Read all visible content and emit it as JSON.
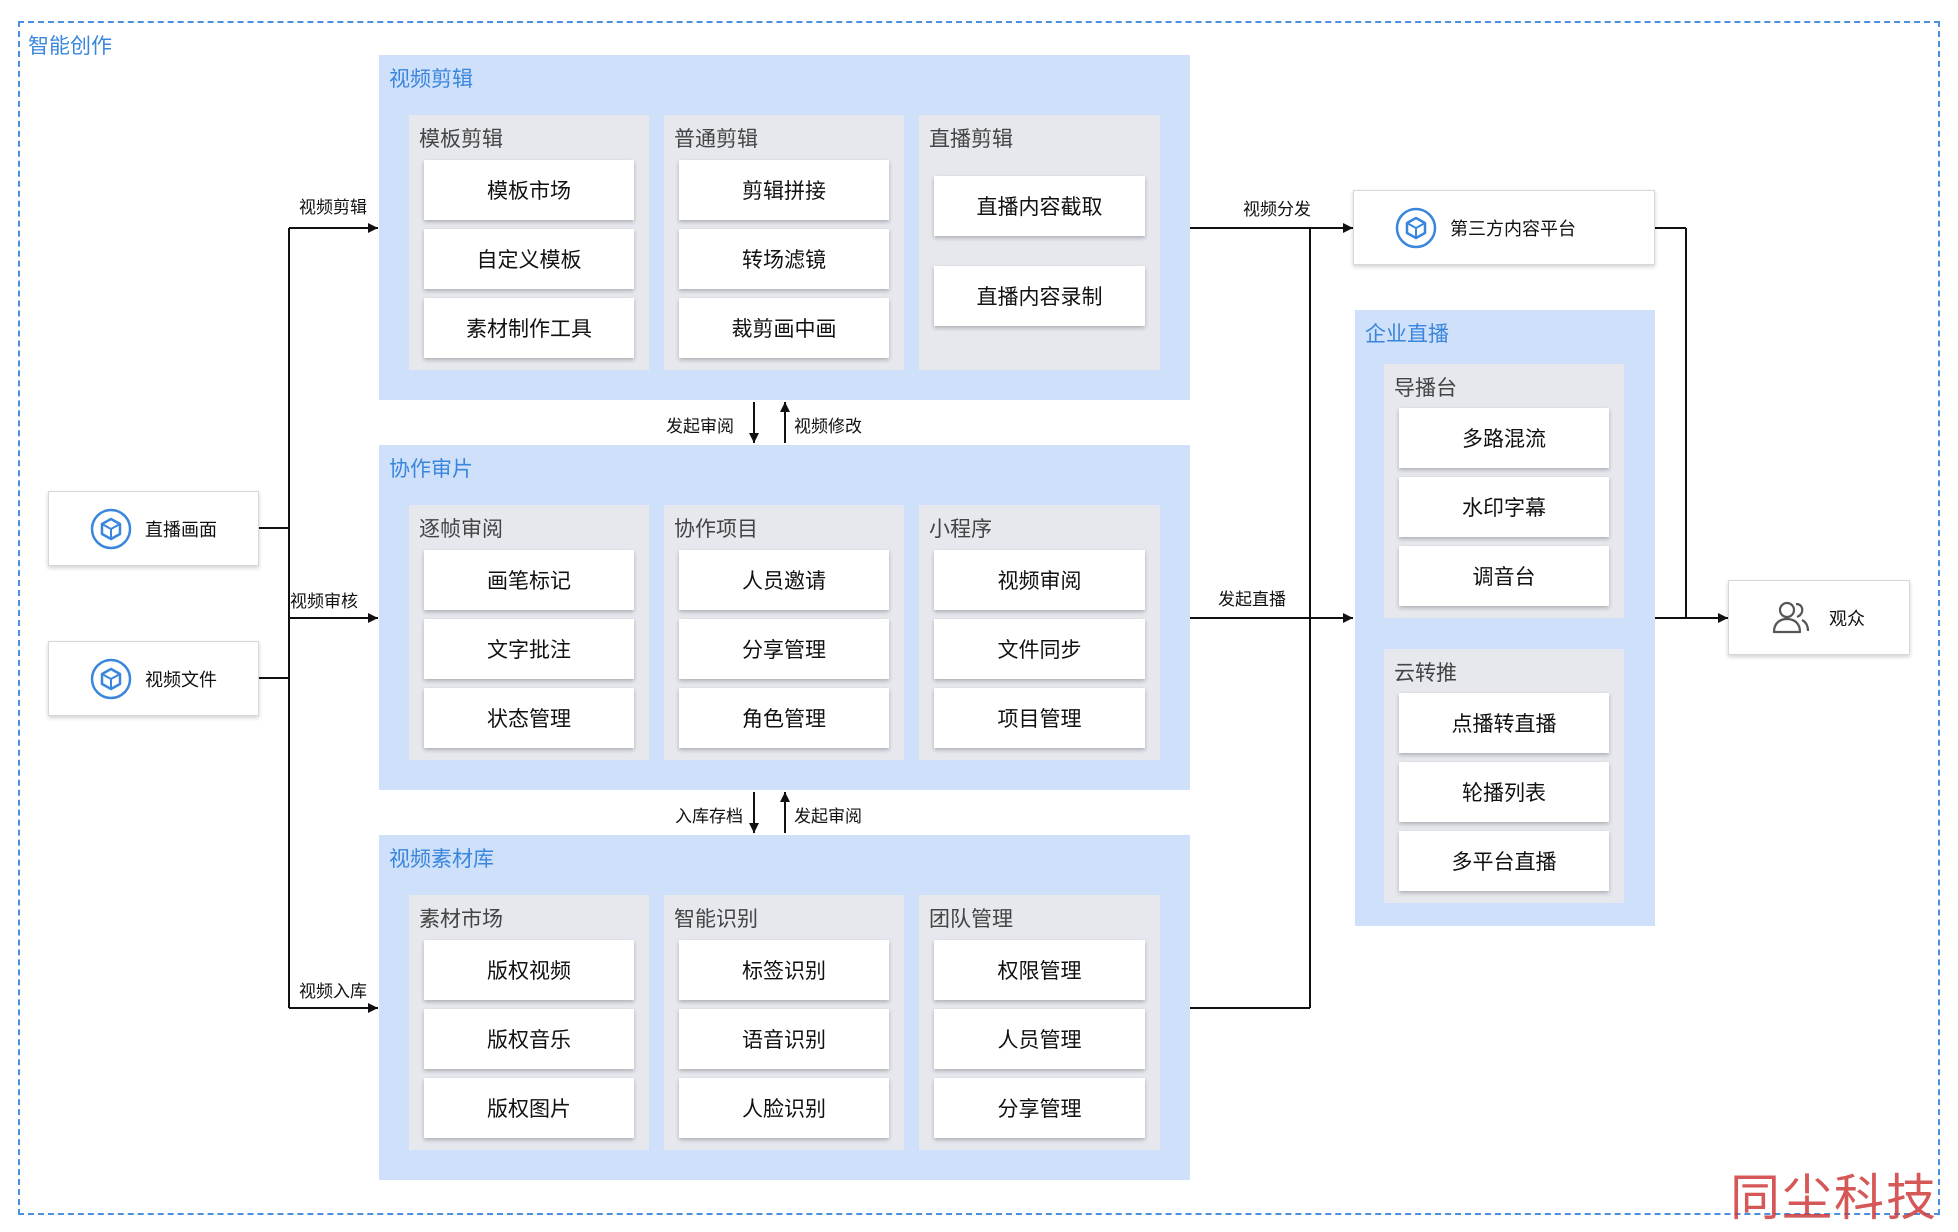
{
  "outer_title": "智能创作",
  "sources": [
    "直播画面",
    "视频文件"
  ],
  "left_labels": {
    "edit": "视频剪辑",
    "review": "视频审核",
    "library": "视频入库"
  },
  "panels": [
    {
      "title": "视频剪辑",
      "groups": [
        {
          "title": "模板剪辑",
          "items": [
            "模板市场",
            "自定义模板",
            "素材制作工具"
          ]
        },
        {
          "title": "普通剪辑",
          "items": [
            "剪辑拼接",
            "转场滤镜",
            "裁剪画中画"
          ]
        },
        {
          "title": "直播剪辑",
          "items": [
            "直播内容截取",
            "直播内容录制"
          ]
        }
      ]
    },
    {
      "title": "协作审片",
      "groups": [
        {
          "title": "逐帧审阅",
          "items": [
            "画笔标记",
            "文字批注",
            "状态管理"
          ]
        },
        {
          "title": "协作项目",
          "items": [
            "人员邀请",
            "分享管理",
            "角色管理"
          ]
        },
        {
          "title": "小程序",
          "items": [
            "视频审阅",
            "文件同步",
            "项目管理"
          ]
        }
      ]
    },
    {
      "title": "视频素材库",
      "groups": [
        {
          "title": "素材市场",
          "items": [
            "版权视频",
            "版权音乐",
            "版权图片"
          ]
        },
        {
          "title": "智能识别",
          "items": [
            "标签识别",
            "语音识别",
            "人脸识别"
          ]
        },
        {
          "title": "团队管理",
          "items": [
            "权限管理",
            "人员管理",
            "分享管理"
          ]
        }
      ]
    }
  ],
  "mid_labels": {
    "a_down": "发起审阅",
    "a_up": "视频修改",
    "b_down": "入库存档",
    "b_up": "发起审阅"
  },
  "right_labels": {
    "distribute": "视频分发",
    "live": "发起直播"
  },
  "third_party": "第三方内容平台",
  "enterprise": {
    "title": "企业直播",
    "groups": [
      {
        "title": "导播台",
        "items": [
          "多路混流",
          "水印字幕",
          "调音台"
        ]
      },
      {
        "title": "云转推",
        "items": [
          "点播转直播",
          "轮播列表",
          "多平台直播"
        ]
      }
    ]
  },
  "audience": "观众",
  "watermark": "同尘科技"
}
